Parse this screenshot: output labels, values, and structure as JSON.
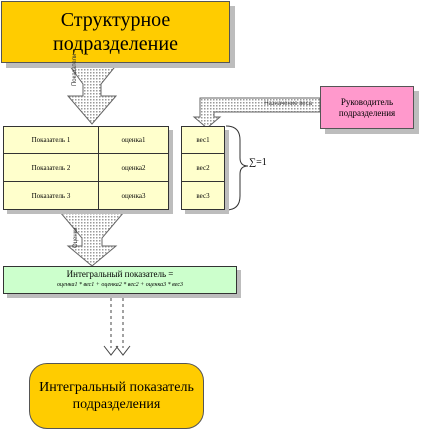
{
  "structural_unit": "Структурное подразделение",
  "head": "Руководитель подразделения",
  "arrows": {
    "indicators": "Показатели",
    "assign_weights": "Назначение веса",
    "scores": "Оценки"
  },
  "rows": [
    {
      "indicator": "Показатель 1",
      "score": "оценка1",
      "weight": "вес1"
    },
    {
      "indicator": "Показатель 2",
      "score": "оценка2",
      "weight": "вес2"
    },
    {
      "indicator": "Показатель 3",
      "score": "оценка3",
      "weight": "вес3"
    }
  ],
  "sum_condition": "∑=1",
  "integral": {
    "title": "Интегральный показатель =",
    "formula": "оценка1 * вес1 + оценка2 * вес2 + оценка3 * вес3"
  },
  "result": "Интегральный показатель подразделения"
}
